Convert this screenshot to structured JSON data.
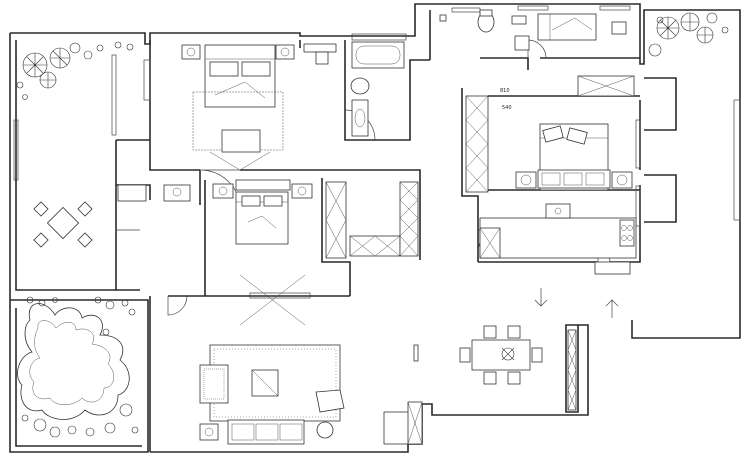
{
  "plan": {
    "dimension_labels": [
      {
        "id": "dim-a",
        "text": "810"
      },
      {
        "id": "dim-b",
        "text": "540"
      }
    ],
    "room_labels": []
  }
}
